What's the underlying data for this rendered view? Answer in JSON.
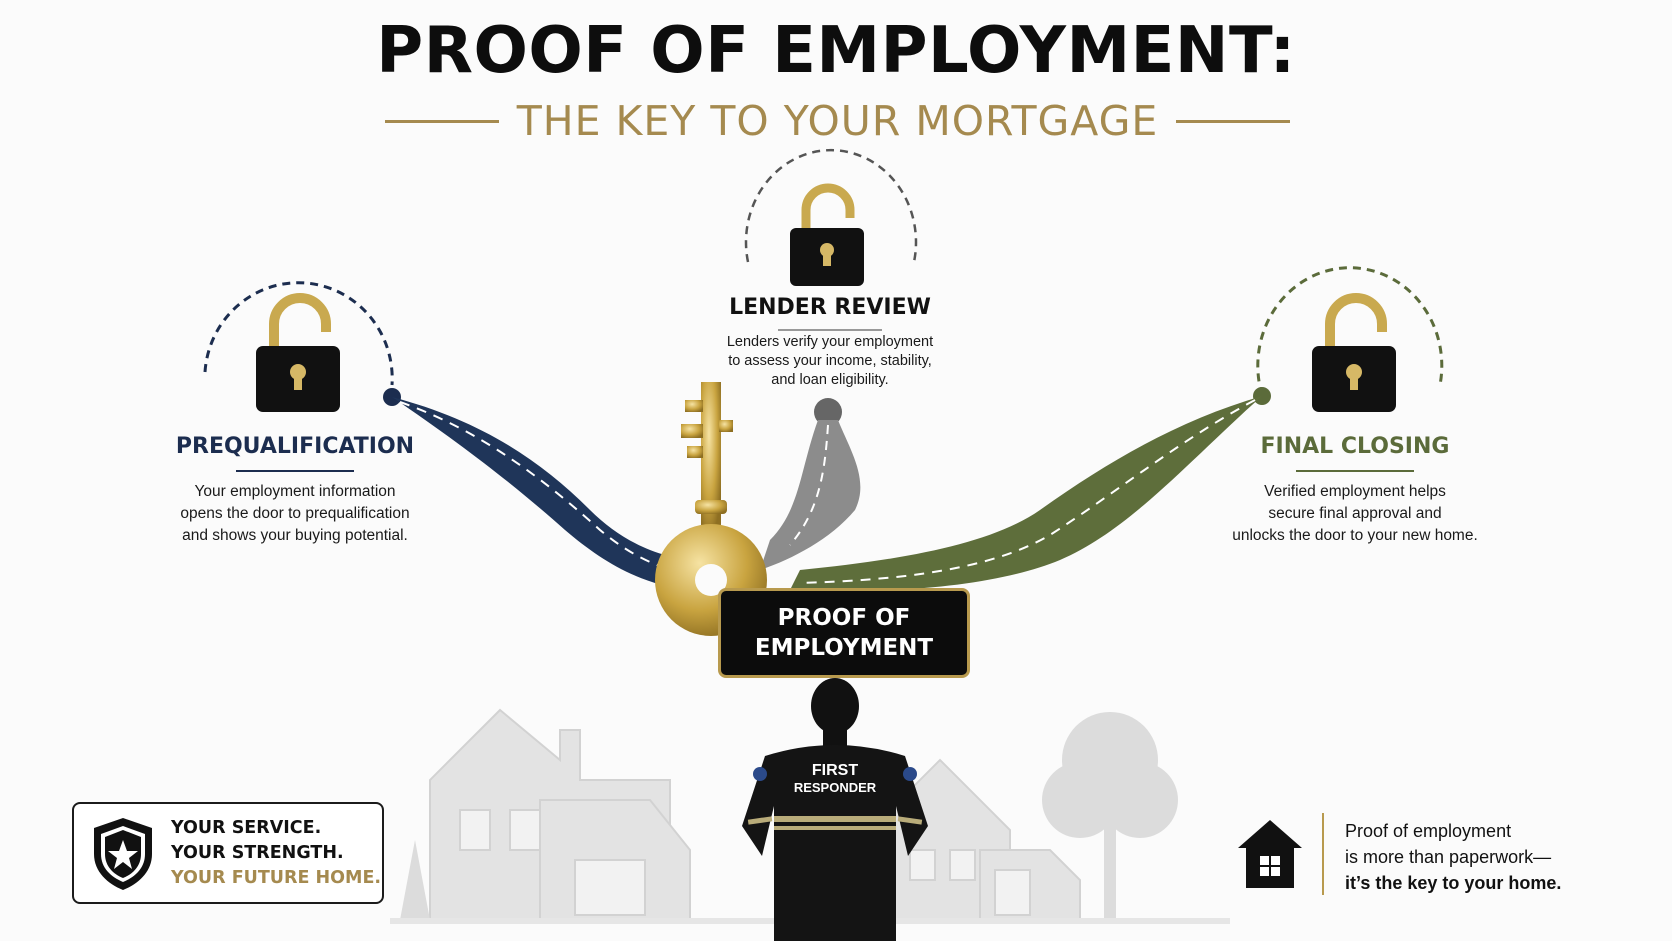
{
  "header": {
    "title": "PROOF OF EMPLOYMENT:",
    "subtitle": "THE KEY TO YOUR MORTGAGE"
  },
  "stages": {
    "prequalification": {
      "title": "PREQUALIFICATION",
      "description": "Your employment information\nopens the door to prequalification\nand shows your buying potential.",
      "color": "#1c2d4f"
    },
    "lender_review": {
      "title": "LENDER REVIEW",
      "description": "Lenders verify your employment\nto assess your income, stability,\nand loan eligibility.",
      "color": "#7a7a7a"
    },
    "final_closing": {
      "title": "FINAL CLOSING",
      "description": "Verified employment helps\nsecure final approval and\nunlocks the door to your new home.",
      "color": "#5b6b3a"
    }
  },
  "center": {
    "badge_line1": "PROOF OF",
    "badge_line2": "EMPLOYMENT",
    "jacket_line1": "FIRST",
    "jacket_line2": "RESPONDER"
  },
  "service_box": {
    "line1": "YOUR SERVICE.",
    "line2": "YOUR STRENGTH.",
    "line3": "YOUR FUTURE HOME."
  },
  "closing_note": {
    "line1": "Proof of employment",
    "line2": "is more than paperwork—",
    "line3": "it’s the key to your home."
  },
  "colors": {
    "gold": "#b89a4e",
    "subtitle_gold": "#a58a4f",
    "navy": "#1c2d4f",
    "olive": "#5b6b3a",
    "gray": "#7a7a7a"
  },
  "icons": [
    "padlock-icon",
    "key-icon",
    "house-icon",
    "shield-star-icon",
    "first-responder-figure"
  ]
}
